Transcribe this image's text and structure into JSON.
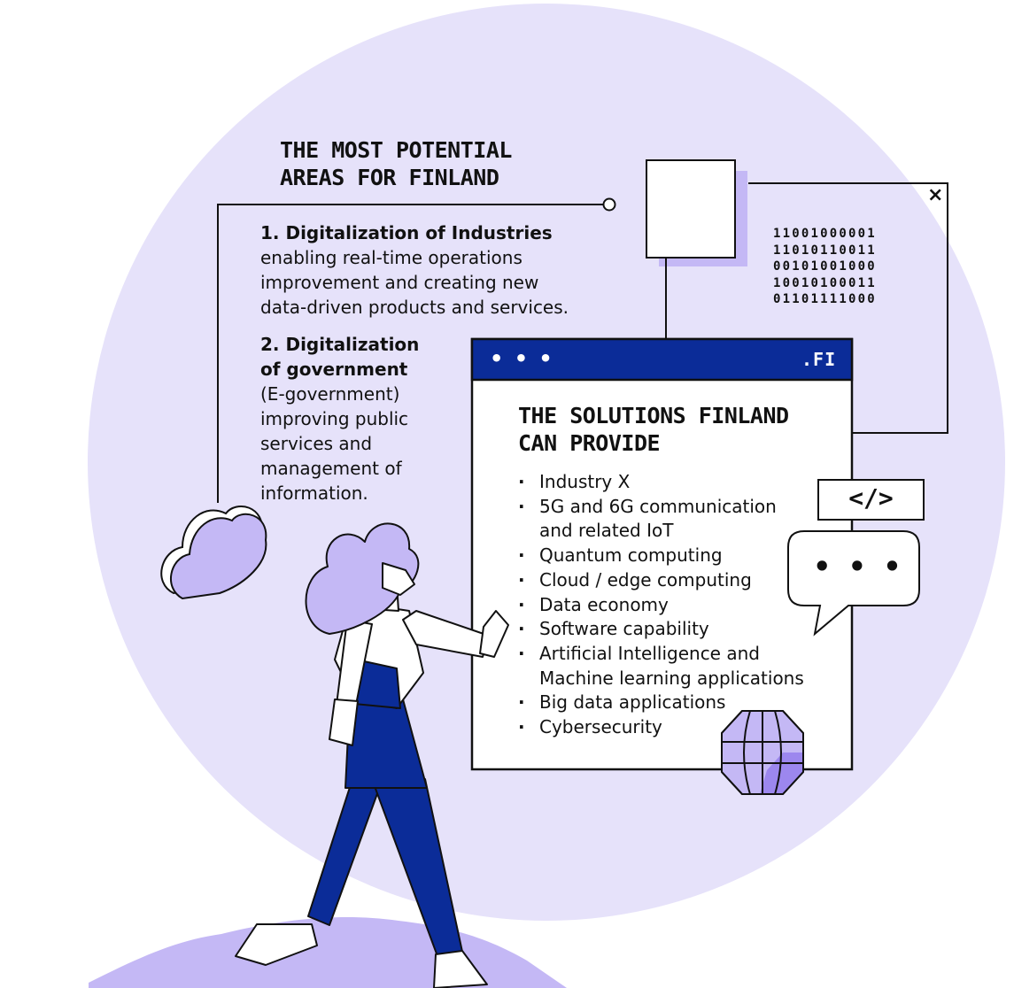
{
  "colors": {
    "lavender_bg": "#e6e2fa",
    "purple_light": "#c4b8f5",
    "purple_mid": "#9c87ee",
    "navy": "#0b2c98",
    "ink": "#111111"
  },
  "potential": {
    "title": "THE MOST POTENTIAL\nAREAS FOR FINLAND",
    "items": [
      {
        "heading": "1. Digitalization of Industries",
        "text": "enabling real-time operations\nimprovement and creating new\ndata-driven products and services."
      },
      {
        "heading": "2. Digitalization\nof government",
        "text": "(E-government)\nimproving public\nservices and\nmanagement of\ninformation."
      }
    ]
  },
  "browser": {
    "dots": "• • •",
    "domain": ".FI"
  },
  "solutions": {
    "title": "THE SOLUTIONS FINLAND\nCAN PROVIDE",
    "items": [
      "Industry X",
      "5G and 6G communication\nand related IoT",
      "Quantum computing",
      "Cloud / edge computing",
      "Data economy",
      "Software capability",
      "Artificial Intelligence and\nMachine learning applications",
      "Big data applications",
      "Cybersecurity"
    ]
  },
  "binary_lines": [
    "11001000001",
    "11010110011",
    "00101001000",
    "10010100011",
    "01101111000"
  ],
  "close_symbol": "×",
  "code_tag": "</>",
  "chat_dots": "• • •",
  "icons": [
    "cloud-icon",
    "globe-icon",
    "code-icon",
    "chat-bubble-icon",
    "close-icon",
    "person-illustration"
  ]
}
